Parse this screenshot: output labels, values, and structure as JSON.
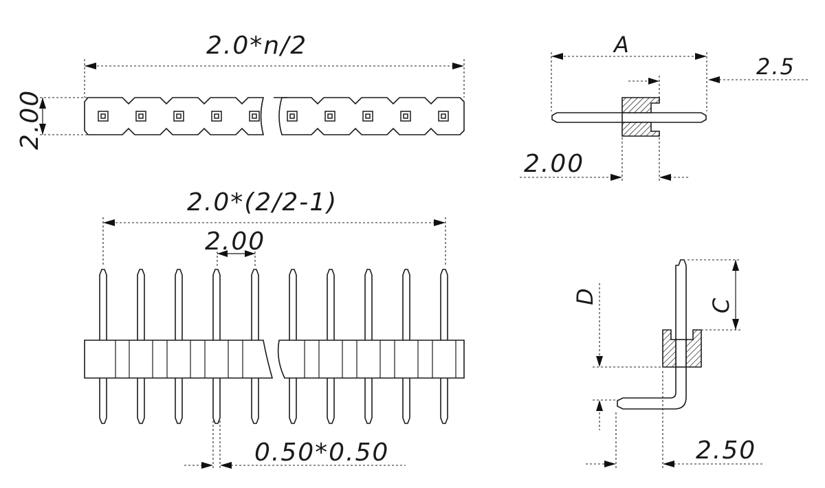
{
  "labels": {
    "top_length": "2.0*n/2",
    "top_height": "2.00",
    "front_length": "2.0*(2/2-1)",
    "front_pitch": "2.00",
    "pin_section": "0.50*0.50",
    "side_A": "A",
    "side_offset": "2.5",
    "side_insulator": "2.00",
    "angle_C": "C",
    "angle_D": "D",
    "angle_offset": "2.50"
  },
  "pin_count_per_row": 10,
  "colors": {
    "line": "#1a1a1a",
    "background": "#ffffff"
  }
}
